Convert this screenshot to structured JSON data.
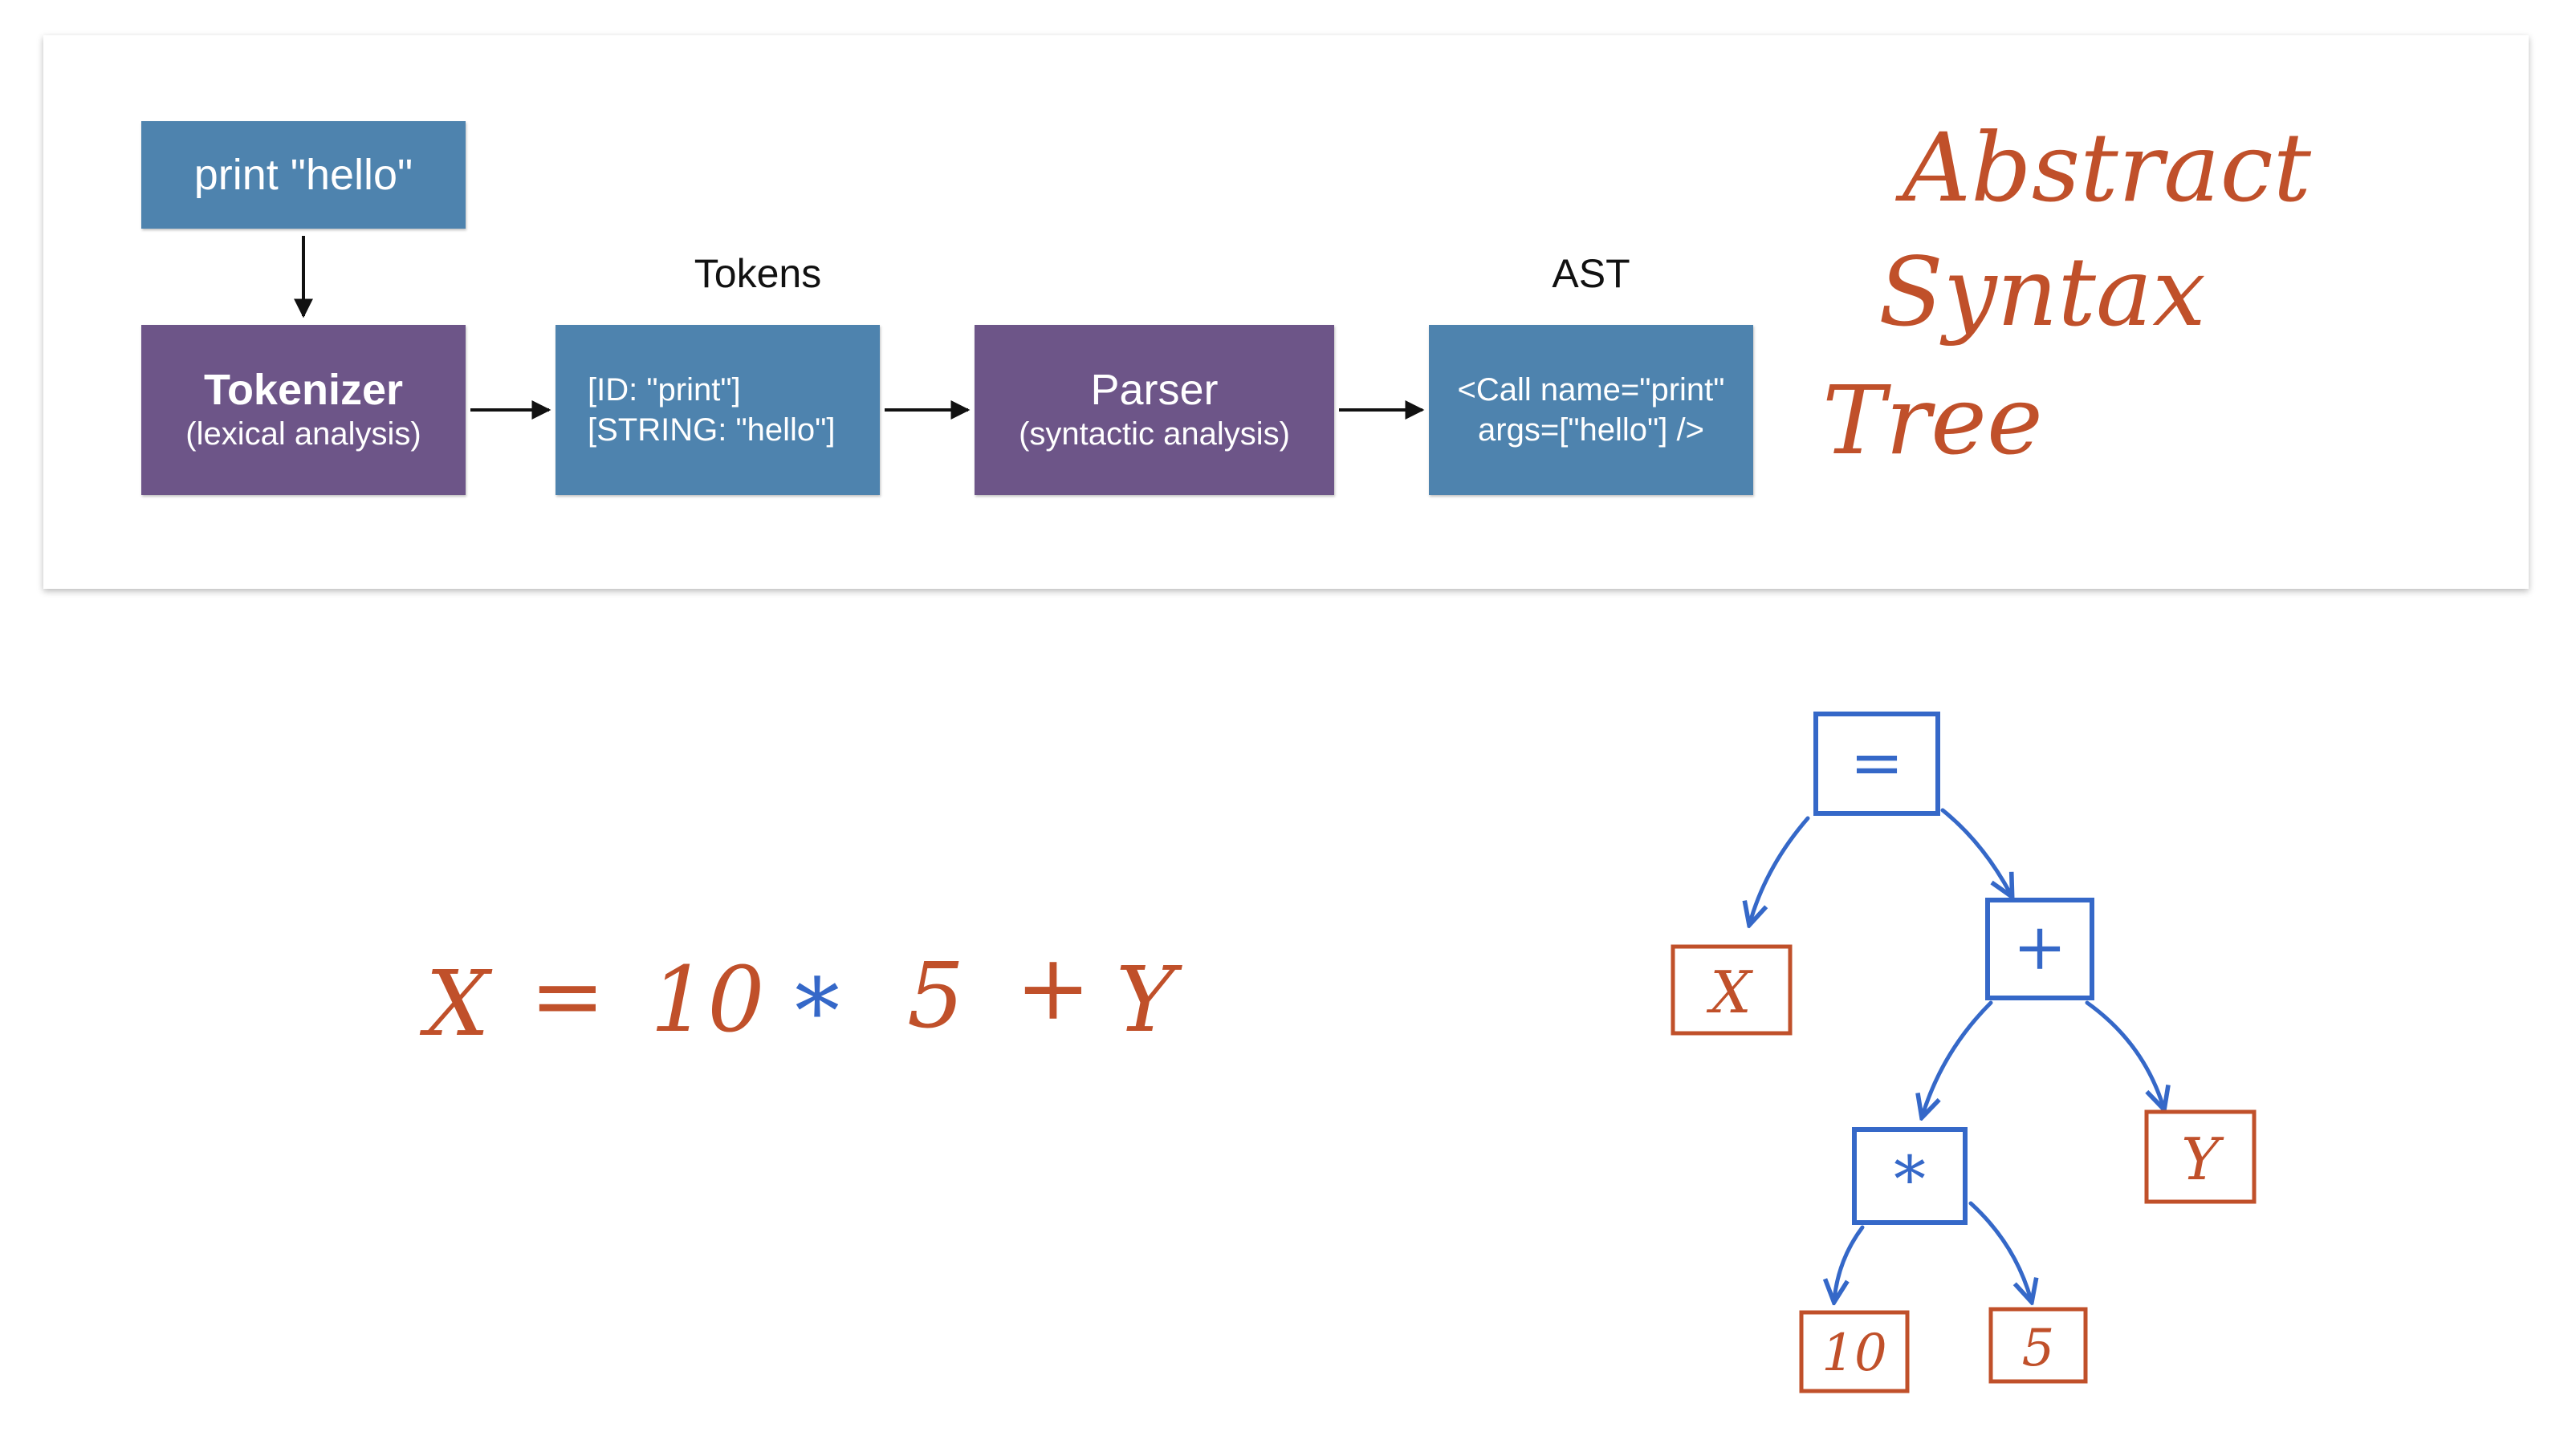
{
  "pipeline": {
    "source": "print \"hello\"",
    "tokenizer": {
      "title": "Tokenizer",
      "subtitle": "(lexical analysis)"
    },
    "tokens_label": "Tokens",
    "tokens": {
      "line1": "[ID: \"print\"]",
      "line2": "[STRING: \"hello\"]"
    },
    "parser": {
      "title": "Parser",
      "subtitle": "(syntactic analysis)"
    },
    "ast_label": "AST",
    "ast": {
      "line1": "<Call name=\"print\"",
      "line2": "args=[\"hello\"] />"
    }
  },
  "handwriting": {
    "title_lines": [
      "Abstract",
      "Syntax",
      "Tree"
    ],
    "expression": [
      "X",
      "=",
      "10",
      "*",
      "5",
      "+",
      "Y"
    ],
    "tree_nodes": [
      "=",
      "X",
      "+",
      "*",
      "Y",
      "10",
      "5"
    ]
  },
  "colors": {
    "box_blue": "#4e83ae",
    "box_purple": "#6d5588",
    "ink_orange": "#c0502a",
    "ink_blue": "#3568c8"
  }
}
